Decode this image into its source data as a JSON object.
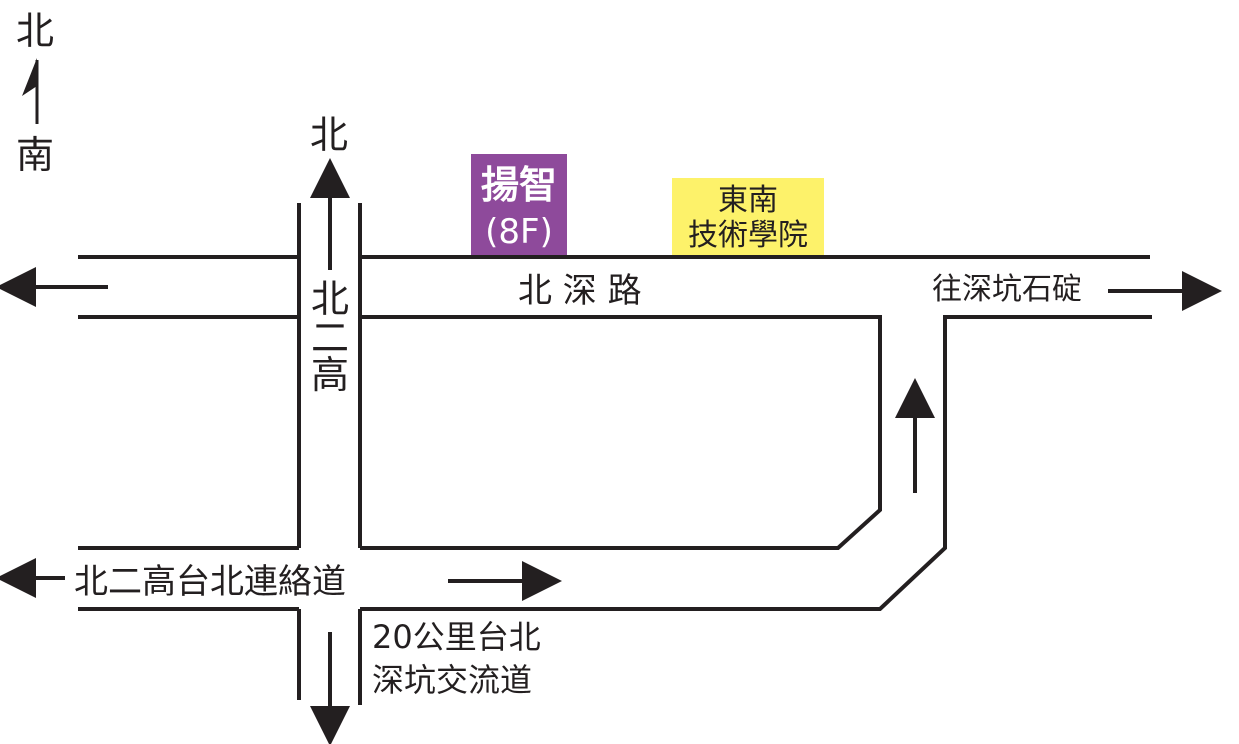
{
  "colors": {
    "line": "#231f20",
    "landmark_purple": "#8e4a9b",
    "landmark_yellow": "#fdf26a",
    "background": "#ffffff"
  },
  "compass": {
    "north": "北",
    "south": "南"
  },
  "highway": {
    "north_label": "北",
    "vertical_name": [
      "北",
      "二",
      "高"
    ]
  },
  "roads": {
    "beishen": "北 深 路",
    "to_shenkeng_shiding": "往深坑石碇",
    "connector": "北二高台北連絡道"
  },
  "landmarks": {
    "yangzhi": {
      "line1": "揚智",
      "line2": "(8F)"
    },
    "tungnan": {
      "line1": "東南",
      "line2": "技術學院"
    }
  },
  "interchange": {
    "line1": "20公里台北",
    "line2": "深坑交流道"
  }
}
